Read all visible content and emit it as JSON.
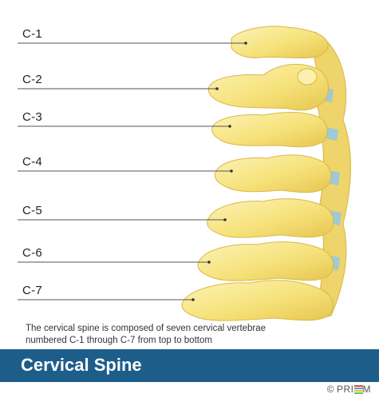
{
  "labels": [
    "C-1",
    "C-2",
    "C-3",
    "C-4",
    "C-5",
    "C-6",
    "C-7"
  ],
  "caption": {
    "line1": "The cervical spine is composed of seven cervical vertebrae",
    "line2": "numbered C-1 through C-7 from top to bottom"
  },
  "banner": {
    "title": "Cervical Spine"
  },
  "copyright": {
    "symbol": "©",
    "brand_start": "PRI",
    "brand_end": "M"
  },
  "colors": {
    "bone": "#f6e27a",
    "bone_light": "#fbf0b0",
    "bone_shadow": "#e2c24e",
    "disc": "#9fc9d3",
    "leader_line": "#555555",
    "banner": "#1d5d8a",
    "brand_e": [
      "#d94b3b",
      "#4a9fd8",
      "#f2b632",
      "#6bbf59"
    ]
  }
}
